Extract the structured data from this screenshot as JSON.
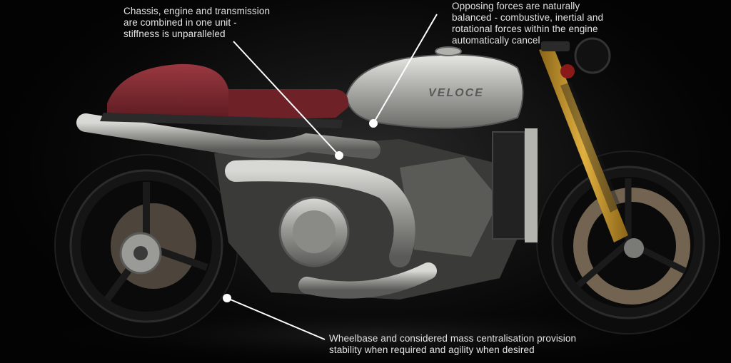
{
  "callouts": {
    "chassis": {
      "lines": [
        "Chassis, engine and transmission",
        "are combined in one unit -",
        "stiffness is unparalleled"
      ]
    },
    "forces": {
      "lines": [
        "Opposing forces are naturally",
        "balanced - combustive, inertial and",
        "rotational forces within the engine",
        "automatically cancel"
      ]
    },
    "wheelbase": {
      "lines": [
        "Wheelbase and considered mass centralisation provision",
        "stability when required and agility when desired"
      ]
    }
  },
  "brand": {
    "tank_logo": "VELOCE"
  },
  "colors": {
    "background": "#060606",
    "text": "#e4e4e4",
    "seat": "#7a2a30",
    "metal": "#a9a9a5",
    "fork_gold": "#c9962a"
  }
}
